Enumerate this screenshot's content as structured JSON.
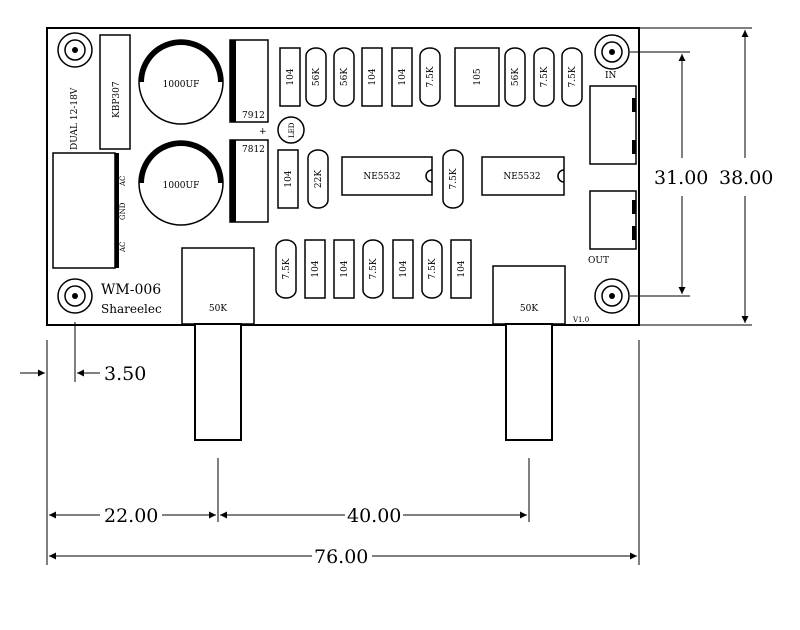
{
  "board": {
    "model": "WM-006",
    "brand": "Shareelec",
    "supply_label": "DUAL 12-18V",
    "rectifier": "KBP307",
    "cap1": "1000UF",
    "cap2": "1000UF",
    "reg_pos": "7912",
    "reg_neg": "7812",
    "led": "LED",
    "led_plus": "+",
    "ac1": "AC",
    "gnd": "GND",
    "ac2": "AC",
    "in_label": "IN",
    "out_label": "OUT",
    "ic1": "NE5532",
    "ic2": "NE5532",
    "version": "V1.0",
    "pot_left": "50K",
    "pot_right": "50K"
  },
  "components_top": [
    "104",
    "56K",
    "56K",
    "104",
    "104",
    "7.5K",
    "105",
    "56K",
    "7.5K",
    "7.5K"
  ],
  "components_mid": [
    "104",
    "22K",
    "7.5K"
  ],
  "components_bottom": [
    "7.5K",
    "104",
    "104",
    "7.5K",
    "104",
    "7.5K",
    "104"
  ],
  "dimensions": {
    "inner_height": "31.00",
    "outer_height": "38.00",
    "hole_offset": "3.50",
    "pot1_offset": "22.00",
    "pot_spacing": "40.00",
    "total_width": "76.00"
  }
}
